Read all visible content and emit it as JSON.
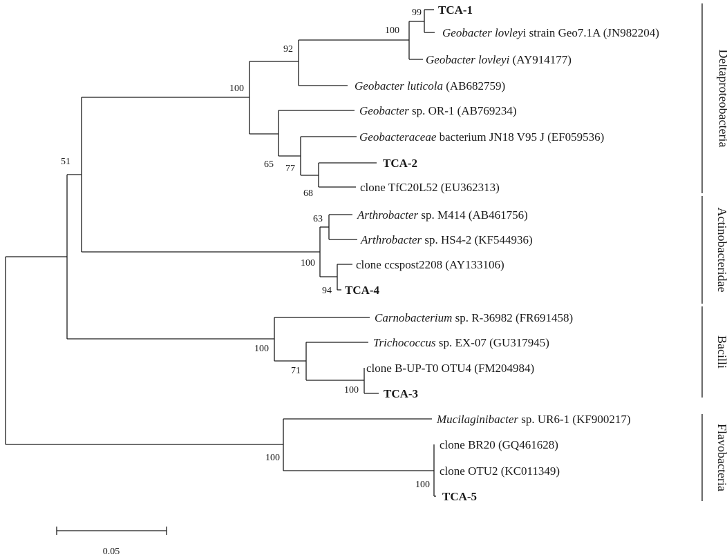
{
  "leaves": [
    {
      "id": "tca1",
      "parts": [
        {
          "t": "TCA-1",
          "b": true
        }
      ]
    },
    {
      "id": "geo-lov-jn",
      "parts": [
        {
          "t": "Geobacter lovley",
          "i": true
        },
        {
          "t": "i strain Geo7.1A (JN982204)"
        }
      ]
    },
    {
      "id": "geo-lov-ay",
      "parts": [
        {
          "t": "Geobacter lovleyi",
          "i": true
        },
        {
          "t": " (AY914177)"
        }
      ]
    },
    {
      "id": "geo-lut",
      "parts": [
        {
          "t": "Geobacter luticola",
          "i": true
        },
        {
          "t": " (AB682759)"
        }
      ]
    },
    {
      "id": "geo-or1",
      "parts": [
        {
          "t": "Geobacter",
          "i": true
        },
        {
          "t": " sp. OR-1 (AB769234)"
        }
      ]
    },
    {
      "id": "geo-bac",
      "parts": [
        {
          "t": "Geobacteraceae",
          "i": true
        },
        {
          "t": " bacterium JN18 V95 J (EF059536)"
        }
      ]
    },
    {
      "id": "tca2",
      "parts": [
        {
          "t": "TCA-2",
          "b": true
        }
      ]
    },
    {
      "id": "clone-tfc",
      "parts": [
        {
          "t": "clone TfC20L52 (EU362313)"
        }
      ]
    },
    {
      "id": "arth-m414",
      "parts": [
        {
          "t": "Arthrobacter",
          "i": true
        },
        {
          "t": " sp. M414 (AB461756)"
        }
      ]
    },
    {
      "id": "arth-hs4",
      "parts": [
        {
          "t": "Arthrobacter",
          "i": true
        },
        {
          "t": " sp. HS4-2 (KF544936)"
        }
      ]
    },
    {
      "id": "clone-ccs",
      "parts": [
        {
          "t": "clone ccspost2208 (AY133106)"
        }
      ]
    },
    {
      "id": "tca4",
      "parts": [
        {
          "t": "TCA-4",
          "b": true
        }
      ]
    },
    {
      "id": "carno",
      "parts": [
        {
          "t": "Carnobacterium",
          "i": true
        },
        {
          "t": " sp. R-36982 (FR691458)"
        }
      ]
    },
    {
      "id": "tricho",
      "parts": [
        {
          "t": "Trichococcus",
          "i": true
        },
        {
          "t": " sp. EX-07 (GU317945)"
        }
      ]
    },
    {
      "id": "clone-bup",
      "parts": [
        {
          "t": "clone B-UP-T0 OTU4 (FM204984)"
        }
      ]
    },
    {
      "id": "tca3",
      "parts": [
        {
          "t": "TCA-3",
          "b": true
        }
      ]
    },
    {
      "id": "muci",
      "parts": [
        {
          "t": "Mucilaginibacter",
          "i": true
        },
        {
          "t": " sp. UR6-1 (KF900217)"
        }
      ]
    },
    {
      "id": "clone-br20",
      "parts": [
        {
          "t": "clone BR20 (GQ461628)"
        }
      ]
    },
    {
      "id": "clone-otu2",
      "parts": [
        {
          "t": "clone OTU2 (KC011349)"
        }
      ]
    },
    {
      "id": "tca5",
      "parts": [
        {
          "t": "TCA-5",
          "b": true
        }
      ]
    }
  ],
  "bootstrap": [
    {
      "id": "n-tca1",
      "value": "99"
    },
    {
      "id": "n-lovleyi",
      "value": "100"
    },
    {
      "id": "n-geobacter",
      "value": "92"
    },
    {
      "id": "n-deltaproteo",
      "value": "100"
    },
    {
      "id": "n-subclade",
      "value": "65"
    },
    {
      "id": "n-tca2group",
      "value": "77"
    },
    {
      "id": "n-tca2",
      "value": "68"
    },
    {
      "id": "n-root51",
      "value": "51"
    },
    {
      "id": "n-arthro",
      "value": "63"
    },
    {
      "id": "n-actino",
      "value": "100"
    },
    {
      "id": "n-tca4",
      "value": "94"
    },
    {
      "id": "n-bacilli",
      "value": "100"
    },
    {
      "id": "n-tricho",
      "value": "71"
    },
    {
      "id": "n-tca3",
      "value": "100"
    },
    {
      "id": "n-flavo",
      "value": "100"
    },
    {
      "id": "n-tca5",
      "value": "100"
    }
  ],
  "groups": [
    {
      "id": "deltaproteobacteria",
      "label": "Deltaproteobacteria"
    },
    {
      "id": "actinobacteridae",
      "label": "Actinobacteridae"
    },
    {
      "id": "bacilli",
      "label": "Bacilli"
    },
    {
      "id": "flavobacteria",
      "label": "Flavobacteria"
    }
  ],
  "scale_bar": {
    "label": "0.05"
  }
}
